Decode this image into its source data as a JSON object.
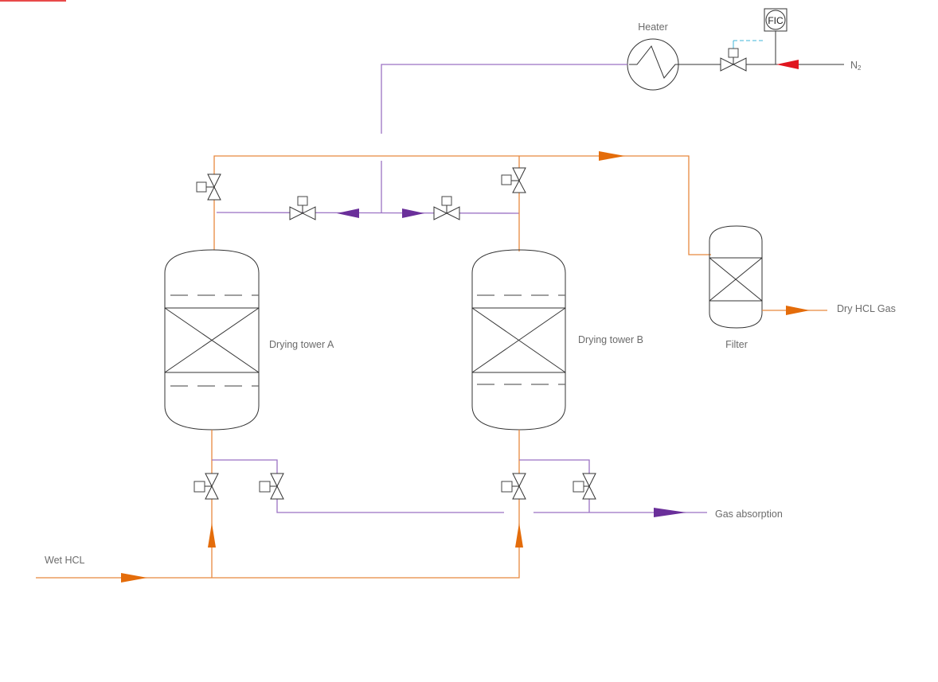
{
  "diagram": {
    "title_bar_color": "#e84a4a",
    "colors": {
      "hcl_line": "#e8893f",
      "hcl_arrow": "#e46c0a",
      "n2_line": "#9b72c4",
      "n2_arrow": "#6a2f9a",
      "n2_inlet_arrow": "#e0161f",
      "signal_line": "#3fb4d9",
      "equipment": "#333333"
    },
    "labels": {
      "heater": "Heater",
      "fic": "FIC",
      "n2": "N",
      "n2_sub": "2",
      "tower_a": "Drying tower A",
      "tower_b": "Drying tower B",
      "filter": "Filter",
      "dry_hcl": "Dry HCL Gas",
      "gas_absorption": "Gas absorption",
      "wet_hcl": "Wet HCL"
    },
    "equipment": [
      {
        "id": "heater",
        "type": "heat-exchanger"
      },
      {
        "id": "fic",
        "type": "flow-indicator-controller"
      },
      {
        "id": "tower-a",
        "type": "packed-column"
      },
      {
        "id": "tower-b",
        "type": "packed-column"
      },
      {
        "id": "filter",
        "type": "packed-filter"
      }
    ],
    "streams": [
      {
        "from": "Wet HCL",
        "to": "Drying tower A / Drying tower B",
        "medium": "HCL"
      },
      {
        "from": "Drying towers",
        "to": "Filter",
        "medium": "HCL"
      },
      {
        "from": "Filter",
        "to": "Dry HCL Gas",
        "medium": "HCL"
      },
      {
        "from": "N2",
        "to": "Heater",
        "medium": "N2"
      },
      {
        "from": "Heater",
        "to": "Drying towers (regeneration)",
        "medium": "N2"
      },
      {
        "from": "Drying towers",
        "to": "Gas absorption",
        "medium": "N2"
      }
    ]
  }
}
